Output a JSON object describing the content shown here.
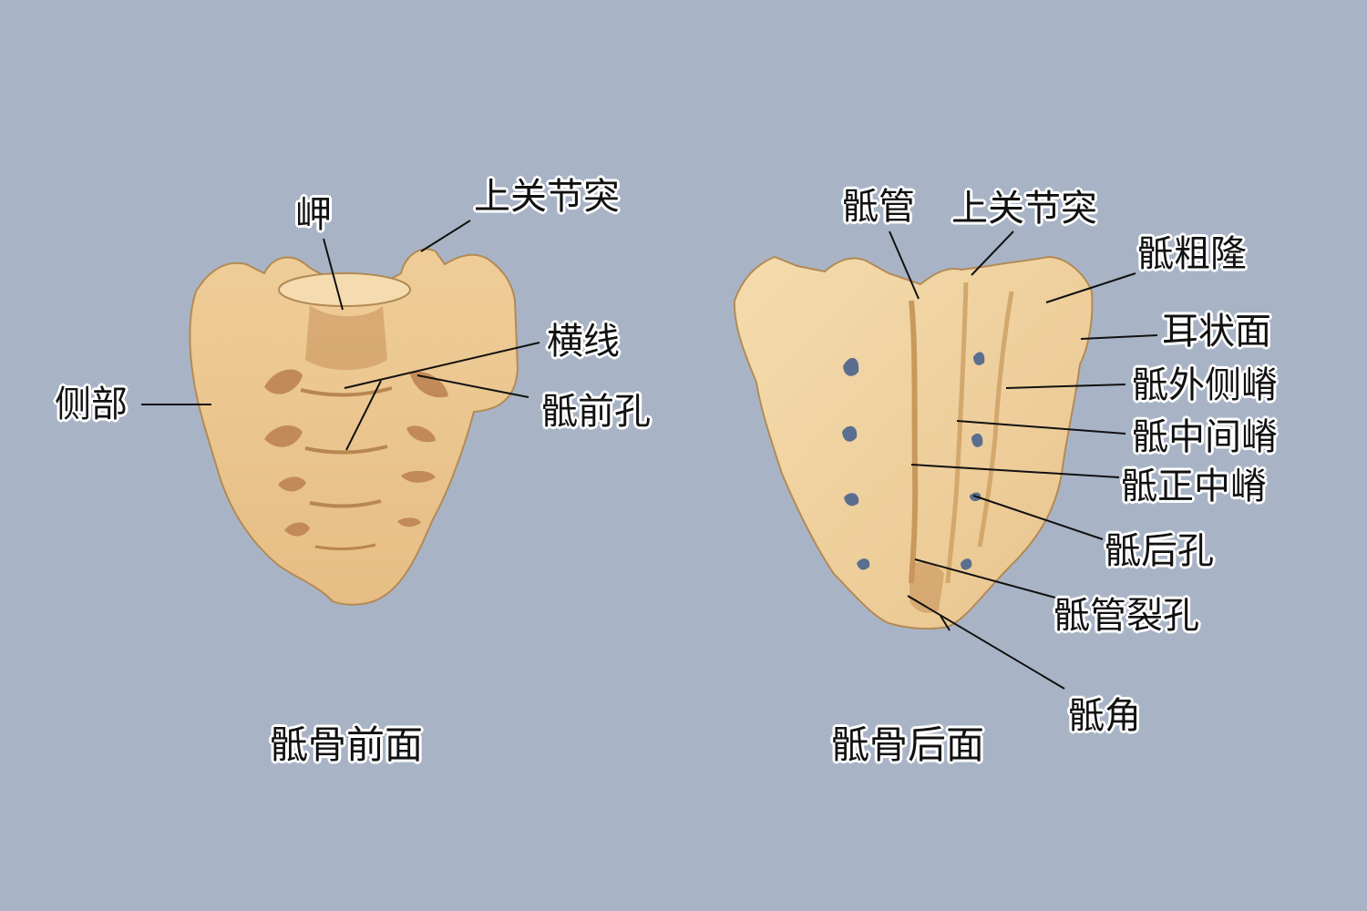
{
  "background": "#a8b4c6",
  "bone_color": "#e8c48f",
  "front": {
    "caption": "骶骨前面",
    "labels": {
      "promontory": "岬",
      "superior_articular": "上关节突",
      "lateral_part": "侧部",
      "transverse_lines": "横线",
      "anterior_foramina": "骶前孔"
    }
  },
  "back": {
    "caption": "骶骨后面",
    "labels": {
      "sacral_canal": "骶管",
      "superior_articular": "上关节突",
      "sacral_tuberosity": "骶粗隆",
      "auricular_surface": "耳状面",
      "lateral_crest": "骶外侧嵴",
      "intermediate_crest": "骶中间嵴",
      "median_crest": "骶正中嵴",
      "posterior_foramina": "骶后孔",
      "hiatus": "骶管裂孔",
      "cornu": "骶角"
    }
  }
}
